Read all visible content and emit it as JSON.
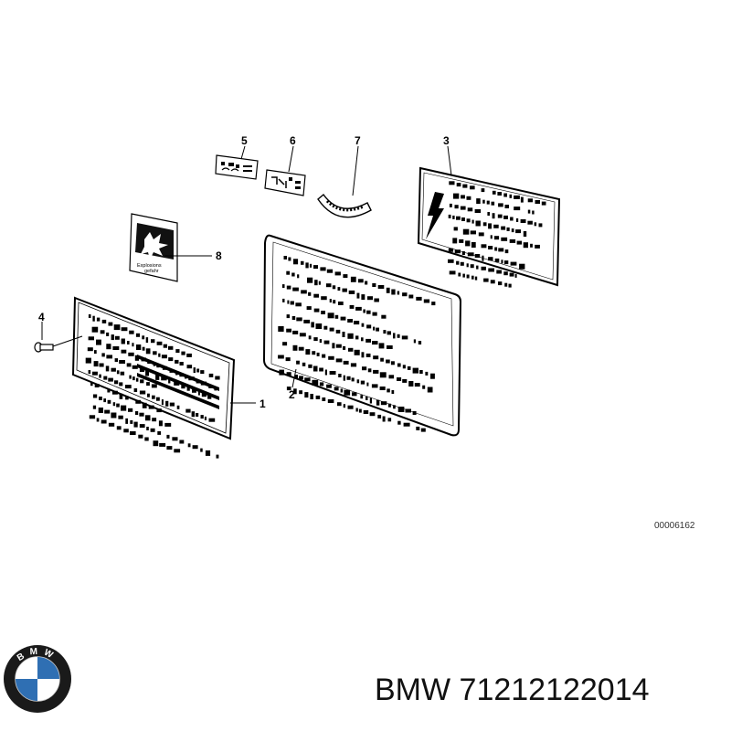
{
  "diagram": {
    "diagram_id": "00006162",
    "callouts": [
      "1",
      "2",
      "3",
      "4",
      "5",
      "6",
      "7",
      "8"
    ],
    "warning_label_text": [
      "Explosions",
      "gefahr"
    ]
  },
  "brand": {
    "logo_letters": "BMW",
    "logo_colors": {
      "ring": "#1a1a1a",
      "blue": "#2f6fb3",
      "white": "#ffffff"
    }
  },
  "caption": {
    "text": "BMW 71212122014"
  }
}
